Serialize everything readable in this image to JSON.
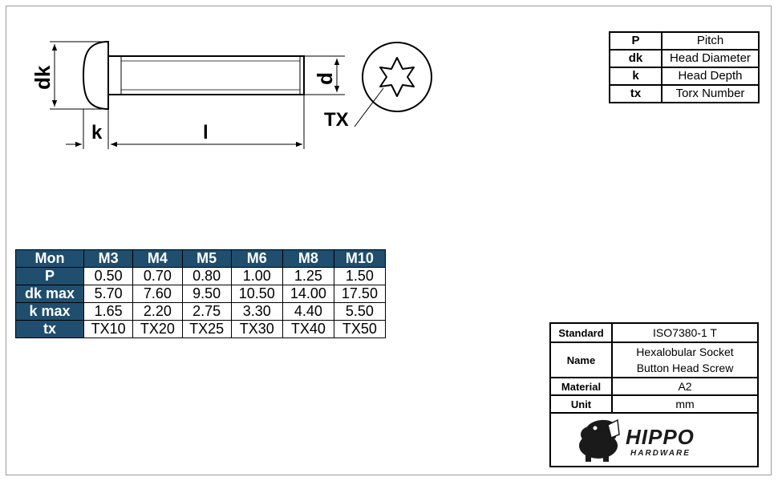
{
  "labels": {
    "dk": "dk",
    "d": "d",
    "k": "k",
    "l": "l",
    "tx": "TX"
  },
  "legend": [
    {
      "symbol": "P",
      "meaning": "Pitch"
    },
    {
      "symbol": "dk",
      "meaning": "Head Diameter"
    },
    {
      "symbol": "k",
      "meaning": "Head Depth"
    },
    {
      "symbol": "tx",
      "meaning": "Torx Number"
    }
  ],
  "spec_table": {
    "corner": "Mon",
    "columns": [
      "M3",
      "M4",
      "M5",
      "M6",
      "M8",
      "M10"
    ],
    "rows": [
      {
        "label": "P",
        "values": [
          "0.50",
          "0.70",
          "0.80",
          "1.00",
          "1.25",
          "1.50"
        ]
      },
      {
        "label": "dk max",
        "values": [
          "5.70",
          "7.60",
          "9.50",
          "10.50",
          "14.00",
          "17.50"
        ]
      },
      {
        "label": "k max",
        "values": [
          "1.65",
          "2.20",
          "2.75",
          "3.30",
          "4.40",
          "5.50"
        ]
      },
      {
        "label": "tx",
        "values": [
          "TX10",
          "TX20",
          "TX25",
          "TX30",
          "TX40",
          "TX50"
        ]
      }
    ]
  },
  "info": {
    "standard_key": "Standard",
    "standard": "ISO7380-1 T",
    "name_key": "Name",
    "name_line1": "Hexalobular Socket",
    "name_line2": "Button Head Screw",
    "material_key": "Material",
    "material": "A2",
    "unit_key": "Unit",
    "unit": "mm"
  },
  "brand": {
    "name": "HIPPO",
    "tagline": "HARDWARE",
    "color": "#1a1a1a"
  },
  "colors": {
    "header_bg": "#1f4e6e",
    "header_text": "#ffffff"
  }
}
